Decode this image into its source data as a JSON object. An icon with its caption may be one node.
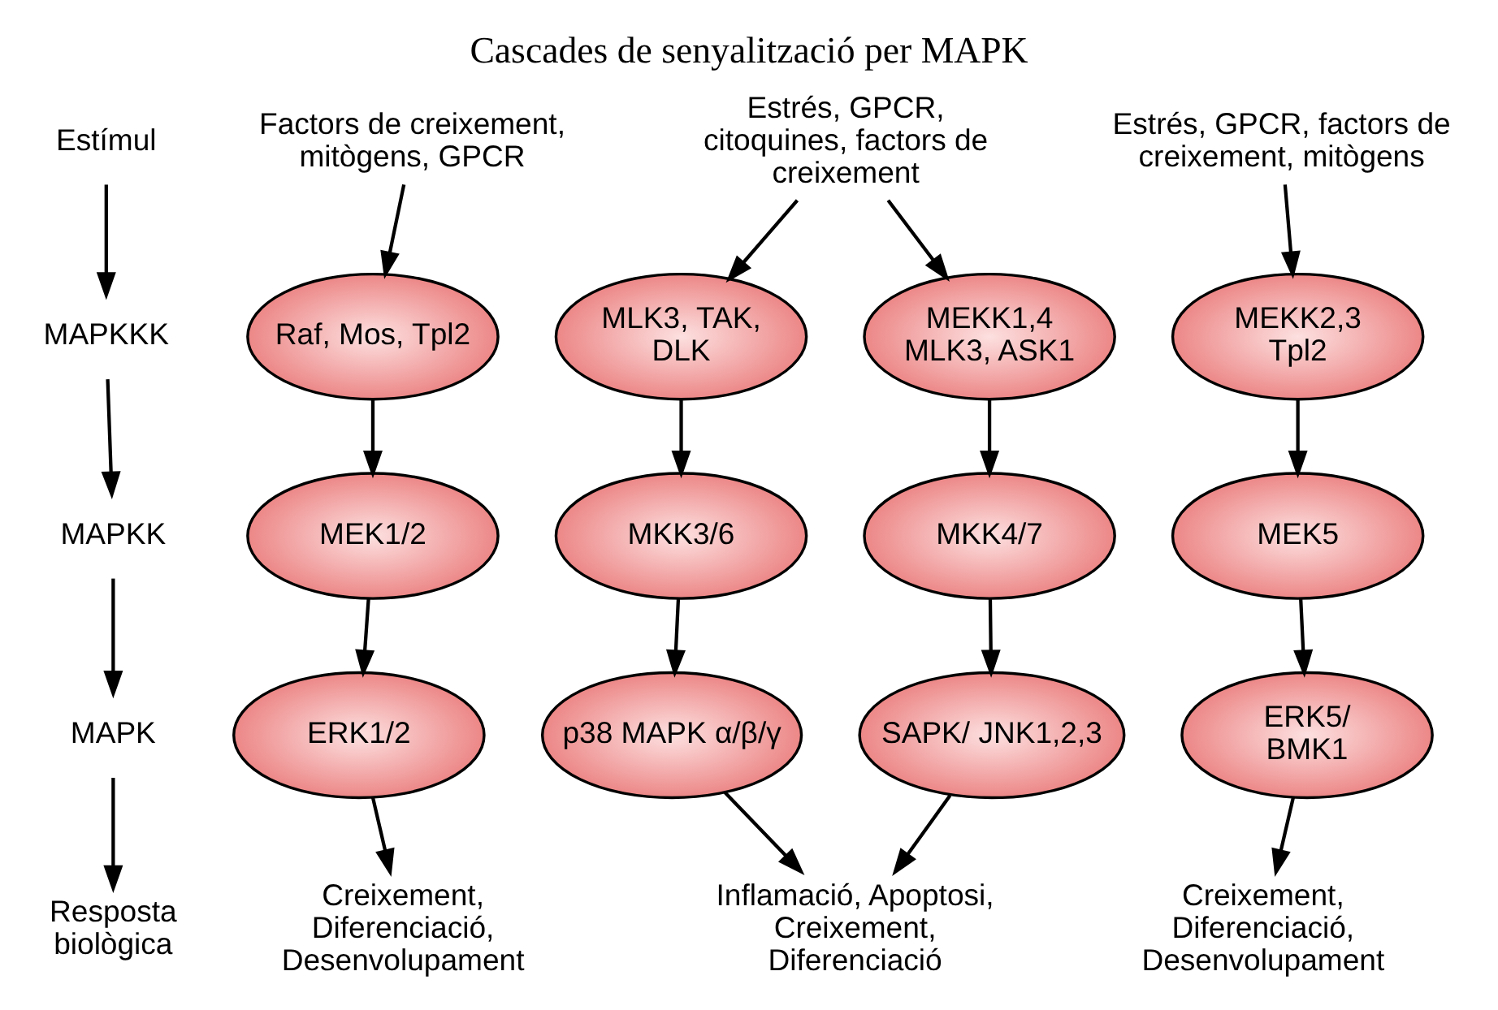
{
  "diagram": {
    "title": "Cascades de senyalització per MAPK",
    "nodes": [
      {
        "text": [
          "Estímul"
        ]
      },
      {
        "text": [
          "MAPKKK"
        ]
      },
      {
        "text": [
          "MAPKK"
        ]
      },
      {
        "text": [
          "MAPK"
        ]
      },
      {
        "text": [
          "Resposta biològica"
        ]
      },
      {
        "text": [
          "Factors de creixement, mitògens, GPCR"
        ]
      },
      {
        "text": [
          "Raf, Mos, Tpl2"
        ]
      },
      {
        "text": [
          "MEK1/2"
        ]
      },
      {
        "text": [
          "ERK1/2"
        ]
      },
      {
        "text": [
          "Creixement, Diferenciació, Desenvolupament"
        ]
      },
      {
        "text": [
          "Estrés, GPCR, citoquines, factors de creixement"
        ]
      },
      {
        "text": [
          "MLK3, TAK, DLK"
        ]
      },
      {
        "text": [
          "MEKK1,4 MLK3, ASK1"
        ]
      },
      {
        "text": [
          "MKK3/6"
        ]
      },
      {
        "text": [
          "MKK4/7"
        ]
      },
      {
        "text": [
          "p38 MAPK α/β/γ"
        ]
      },
      {
        "text": [
          "SAPK/ JNK1,2,3"
        ]
      },
      {
        "text": [
          "Inflamació, Apoptosi, Creixement, Diferenciació"
        ]
      },
      {
        "text": [
          "Estrés, GPCR, factors de creixement, mitògens"
        ]
      },
      {
        "text": [
          "MEKK2,3 Tpl2"
        ]
      },
      {
        "text": [
          "MEK5"
        ]
      },
      {
        "text": [
          "ERK5/ BMK1"
        ]
      },
      {
        "text": [
          "Creixement, Diferenciació, Desenvolupament"
        ]
      }
    ],
    "edges": [
      {
        "from": 0,
        "to": 1,
        "arrow": "to"
      },
      {
        "from": 1,
        "to": 2,
        "arrow": "to"
      },
      {
        "from": 2,
        "to": 3,
        "arrow": "to"
      },
      {
        "from": 3,
        "to": 4,
        "arrow": "to"
      },
      {
        "from": 5,
        "to": 6,
        "arrow": "to"
      },
      {
        "from": 6,
        "to": 7,
        "arrow": "to"
      },
      {
        "from": 7,
        "to": 8,
        "arrow": "to"
      },
      {
        "from": 8,
        "to": 9,
        "arrow": "to"
      },
      {
        "from": 10,
        "to": 11,
        "arrow": "to"
      },
      {
        "from": 10,
        "to": 12,
        "arrow": "to"
      },
      {
        "from": 11,
        "to": 13,
        "arrow": "to"
      },
      {
        "from": 12,
        "to": 14,
        "arrow": "to"
      },
      {
        "from": 13,
        "to": 15,
        "arrow": "to"
      },
      {
        "from": 14,
        "to": 16,
        "arrow": "to"
      },
      {
        "from": 15,
        "to": 17,
        "arrow": "to"
      },
      {
        "from": 16,
        "to": 17,
        "arrow": "to"
      },
      {
        "from": 18,
        "to": 19,
        "arrow": "to"
      },
      {
        "from": 19,
        "to": 20,
        "arrow": "to"
      },
      {
        "from": 20,
        "to": 21,
        "arrow": "to"
      },
      {
        "from": 21,
        "to": 22,
        "arrow": "to"
      }
    ]
  }
}
